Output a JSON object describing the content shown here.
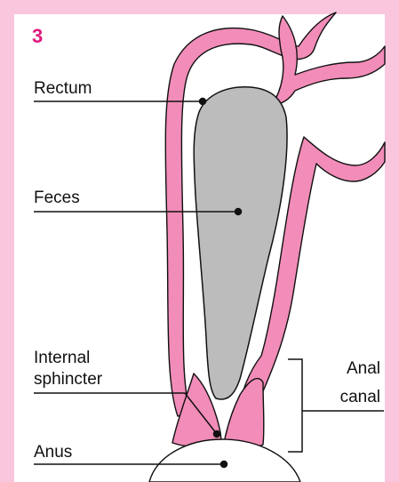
{
  "figure": {
    "panel_number": "3",
    "colors": {
      "frame": "#f9c6dd",
      "tissue": "#f28cb8",
      "feces": "#bcbcbc",
      "accent": "#e0197d",
      "line": "#111111"
    }
  },
  "labels": {
    "rectum": "Rectum",
    "feces": "Feces",
    "internal_sphincter_1": "Internal",
    "internal_sphincter_2": "sphincter",
    "anus": "Anus",
    "anal_canal_1": "Anal",
    "anal_canal_2": "canal"
  }
}
